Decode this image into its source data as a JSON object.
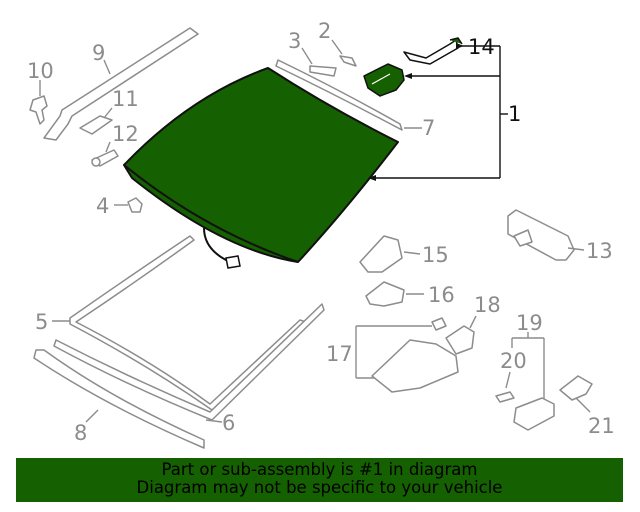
{
  "colors": {
    "highlight": "#156000",
    "line": "#8c8c8c",
    "active_text": "#111111",
    "banner_background": "#156000"
  },
  "diagram": {
    "highlighted_part": "1",
    "callouts": {
      "p1": "1",
      "p2": "2",
      "p3": "3",
      "p4": "4",
      "p5": "5",
      "p6": "6",
      "p7": "7",
      "p8": "8",
      "p9": "9",
      "p10": "10",
      "p11": "11",
      "p12": "12",
      "p13": "13",
      "p14": "14",
      "p15": "15",
      "p16": "16",
      "p17": "17",
      "p18": "18",
      "p19": "19",
      "p20": "20",
      "p21": "21"
    }
  },
  "banner": {
    "line1": "Part or sub-assembly is #1 in diagram",
    "line2": "Diagram may not be specific to your vehicle"
  }
}
